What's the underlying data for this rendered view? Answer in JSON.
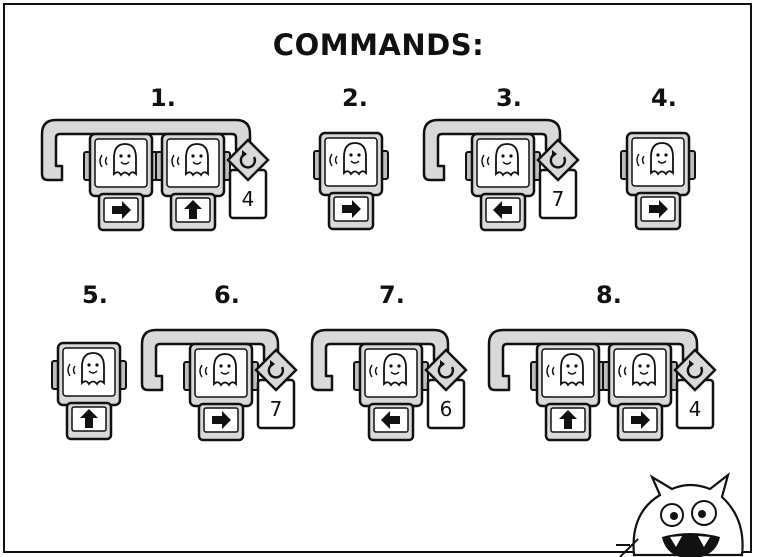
{
  "title": "COMMANDS:",
  "commands": [
    {
      "label": "1.",
      "loop": true,
      "moves": [
        "right",
        "up"
      ],
      "repeat": "4"
    },
    {
      "label": "2.",
      "loop": false,
      "moves": [
        "right"
      ]
    },
    {
      "label": "3.",
      "loop": true,
      "moves": [
        "left"
      ],
      "repeat": "7"
    },
    {
      "label": "4.",
      "loop": false,
      "moves": [
        "right"
      ]
    },
    {
      "label": "5.",
      "loop": false,
      "moves": [
        "up"
      ]
    },
    {
      "label": "6.",
      "loop": true,
      "moves": [
        "right"
      ],
      "repeat": "7"
    },
    {
      "label": "7.",
      "loop": true,
      "moves": [
        "left"
      ],
      "repeat": "6"
    },
    {
      "label": "8.",
      "loop": true,
      "moves": [
        "up",
        "right"
      ],
      "repeat": "4"
    }
  ],
  "icons": {
    "block": "ghost-move-block-icon",
    "repeat": "repeat-loop-icon",
    "mascot": "monster-mascot-icon"
  }
}
